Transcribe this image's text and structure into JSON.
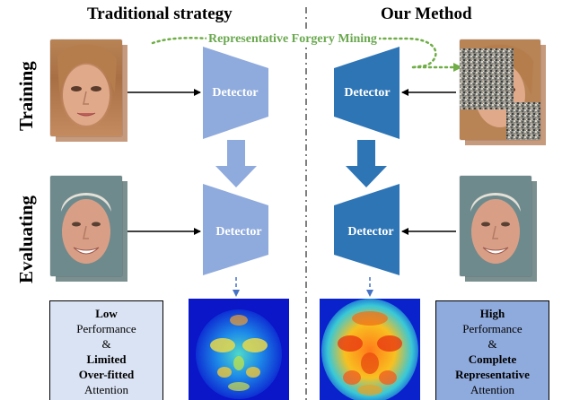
{
  "columns": {
    "left_title": "Traditional strategy",
    "right_title": "Our Method"
  },
  "rows": {
    "training": "Training",
    "evaluating": "Evaluating"
  },
  "mining_label": "Representative Forgery Mining",
  "detectors": {
    "left_top": "Detector",
    "left_bottom": "Detector",
    "right_top": "Detector",
    "right_bottom": "Detector"
  },
  "left_box": {
    "line1": "Low",
    "line2": "Performance",
    "line3": "&",
    "line4": "Limited",
    "line5": "Over-fitted",
    "line6": "Attention"
  },
  "right_box": {
    "line1": "High",
    "line2": "Performance",
    "line3": "&",
    "line4": "Complete",
    "line5": "Representative",
    "line6": "Attention"
  },
  "colors": {
    "left_detector": "#8faadc",
    "right_detector": "#2e75b6",
    "left_box_bg": "#dae3f3",
    "right_box_bg": "#8faadc",
    "mining_green": "#70ad47"
  },
  "icons": {
    "female_face": "woman-face-photo",
    "male_face": "man-face-photo",
    "noise_patch": "noise-mask-patch",
    "heatmap": "attention-heatmap"
  }
}
